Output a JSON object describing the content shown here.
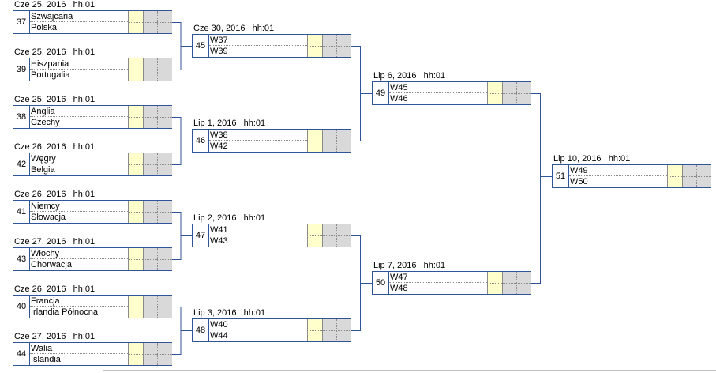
{
  "bracket": {
    "matches": [
      {
        "id": "37",
        "date": "Cze 25, 2016",
        "time": "hh:01",
        "team1": "Szwajcaria",
        "team2": "Polska"
      },
      {
        "id": "39",
        "date": "Cze 25, 2016",
        "time": "hh:01",
        "team1": "Hiszpania",
        "team2": "Portugalia"
      },
      {
        "id": "38",
        "date": "Cze 25, 2016",
        "time": "hh:01",
        "team1": "Anglia",
        "team2": "Czechy"
      },
      {
        "id": "42",
        "date": "Cze 26, 2016",
        "time": "hh:01",
        "team1": "Węgry",
        "team2": "Belgia"
      },
      {
        "id": "41",
        "date": "Cze 26, 2016",
        "time": "hh:01",
        "team1": "Niemcy",
        "team2": "Słowacja"
      },
      {
        "id": "43",
        "date": "Cze 27, 2016",
        "time": "hh:01",
        "team1": "Włochy",
        "team2": "Chorwacja"
      },
      {
        "id": "40",
        "date": "Cze 26, 2016",
        "time": "hh:01",
        "team1": "Francja",
        "team2": "Irlandia Północna"
      },
      {
        "id": "44",
        "date": "Cze 27, 2016",
        "time": "hh:01",
        "team1": "Walia",
        "team2": "Islandia"
      },
      {
        "id": "45",
        "date": "Cze 30, 2016",
        "time": "hh:01",
        "team1": "W37",
        "team2": "W39"
      },
      {
        "id": "46",
        "date": "Lip 1, 2016",
        "time": "hh:01",
        "team1": "W38",
        "team2": "W42"
      },
      {
        "id": "47",
        "date": "Lip 2, 2016",
        "time": "hh:01",
        "team1": "W41",
        "team2": "W43"
      },
      {
        "id": "48",
        "date": "Lip 3, 2016",
        "time": "hh:01",
        "team1": "W40",
        "team2": "W44"
      },
      {
        "id": "49",
        "date": "Lip 6, 2016",
        "time": "hh:01",
        "team1": "W45",
        "team2": "W46"
      },
      {
        "id": "50",
        "date": "Lip 7, 2016",
        "time": "hh:01",
        "team1": "W47",
        "team2": "W48"
      },
      {
        "id": "51",
        "date": "Lip 10, 2016",
        "time": "hh:01",
        "team1": "W49",
        "team2": "W50"
      }
    ]
  },
  "colors": {
    "border": "#2f5597",
    "score_yellow": "#ffffcc",
    "score_gray": "#d9d9d9",
    "connector": "#2f5597"
  }
}
